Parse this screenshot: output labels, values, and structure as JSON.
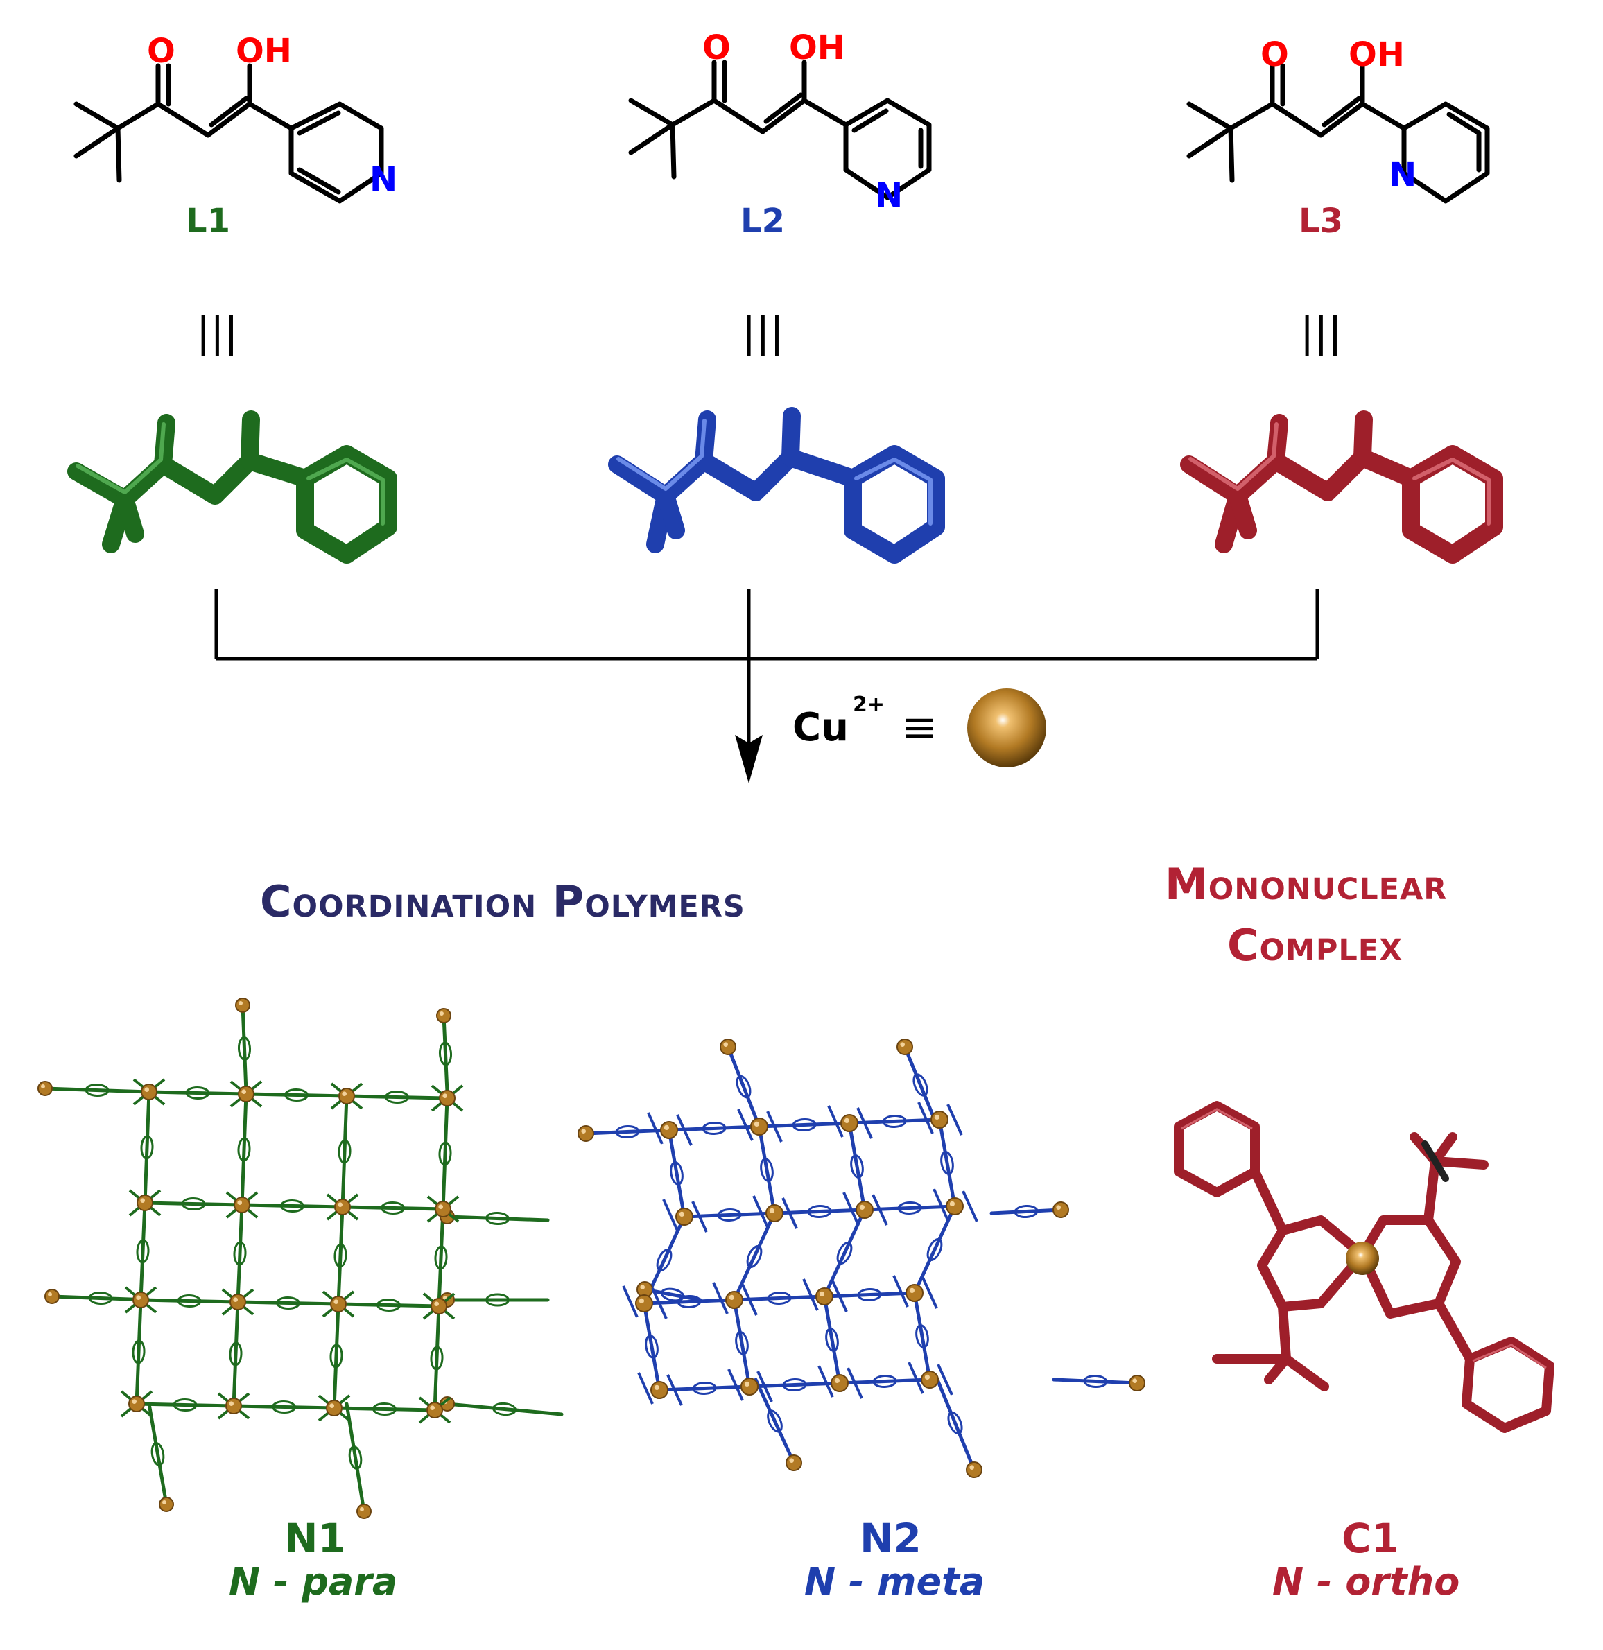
{
  "atoms": {
    "oxygen": "O",
    "hydroxyl": "OH",
    "nitrogen": "N"
  },
  "ligands": [
    {
      "label": "L1",
      "color": "#1e6b1e"
    },
    {
      "label": "L2",
      "color": "#1f3fae"
    },
    {
      "label": "L3",
      "color": "#b22234"
    }
  ],
  "equivalence_symbol": "|||",
  "reagent": {
    "element": "Cu",
    "charge": "2+",
    "equiv": "≡",
    "sphere_color": "#b27a24"
  },
  "headings": {
    "polymers": "Coordination Polymers",
    "mononuclear_line1": "Mononuclear",
    "mononuclear_line2": "Complex"
  },
  "products": [
    {
      "name": "N1",
      "position": "N - para",
      "color": "#1e6b1e"
    },
    {
      "name": "N2",
      "position": "N - meta",
      "color": "#1f3fae"
    },
    {
      "name": "C1",
      "position": "N - ortho",
      "color": "#b22234"
    }
  ],
  "colors": {
    "oxygen": "#ff0000",
    "nitrogen": "#0000ff",
    "polymers_heading": "#2a2a66",
    "mononuclear_heading": "#b22234"
  }
}
